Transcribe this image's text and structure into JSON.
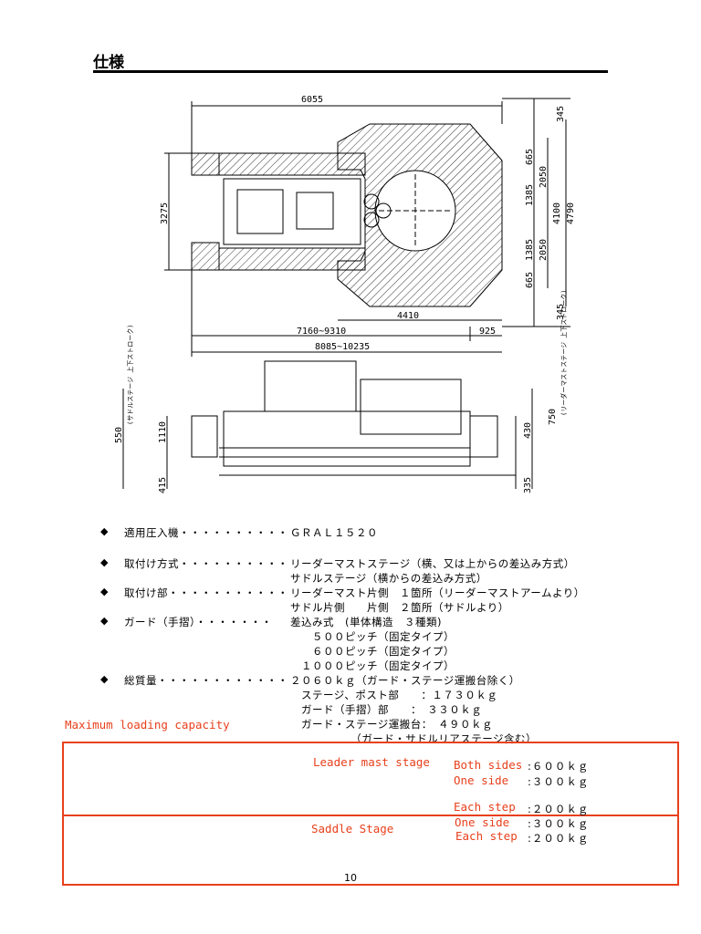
{
  "heading": "仕様",
  "drawing_dims": {
    "top_width": "6055",
    "left_height": "3275",
    "r345a": "345",
    "r665a": "665",
    "r1385a": "1385",
    "r2050a": "2050",
    "r4100": "4100",
    "r4790": "4790",
    "r1385b": "1385",
    "r2050b": "2050",
    "r665b": "665",
    "r345b": "345",
    "w4410": "4410",
    "w7160": "7160~9310",
    "w925": "925",
    "w8085": "8085~10235",
    "s550": "550",
    "s550_note": "(サドルステージ 上下ストローク)",
    "s1110": "1110",
    "s415": "415",
    "s750": "750",
    "s750_note": "(リーダーマストステージ 上下ストローク)",
    "s430": "430",
    "s335": "335"
  },
  "specs": [
    {
      "bullet": "◆",
      "label": "適用圧入機・・・・・・・・・・",
      "value": "ＧＲＡＬ１５２０"
    },
    {
      "bullet": "◆",
      "label": "取付け方式・・・・・・・・・・",
      "value": "リーダーマストステージ（横、又は上からの差込み方式）"
    },
    {
      "bullet": "",
      "label": "",
      "value": "サドルステージ（横からの差込み方式）"
    },
    {
      "bullet": "◆",
      "label": "取付け部・・・・・・・・・・・",
      "value": "リーダーマスト片側　１箇所（リーダーマストアームより）"
    },
    {
      "bullet": "",
      "label": "",
      "value": "サドル片側　　片側　２箇所（サドルより）"
    },
    {
      "bullet": "◆",
      "label": "ガード（手摺）・・・・・・・",
      "value": "差込み式　(単体構造　３種類)"
    },
    {
      "bullet": "",
      "label": "",
      "value": "　　５００ピッチ（固定タイプ）"
    },
    {
      "bullet": "",
      "label": "",
      "value": "　　６００ピッチ（固定タイプ）"
    },
    {
      "bullet": "",
      "label": "",
      "value": "　１０００ピッチ（固定タイプ）"
    },
    {
      "bullet": "◆",
      "label": "総質量・・・・・・・・・・・・",
      "value": "２０６０ｋｇ（ガード・ステージ運搬台除く）"
    },
    {
      "bullet": "",
      "label": "",
      "value": "　ステージ、ポスト部　　：１７３０ｋｇ"
    },
    {
      "bullet": "",
      "label": "",
      "value": "　ガード（手摺）部　　：　３３０ｋｇ"
    },
    {
      "bullet": "",
      "label": "",
      "value": "　ガード・ステージ運搬台：　４９０ｋｇ"
    },
    {
      "bullet": "",
      "label": "",
      "value": "　　　　　　（ガード・サドルリアステージ含む）"
    }
  ],
  "annotation": {
    "title": "Maximum loading capacity",
    "leader_label": "Leader mast stage",
    "both_sides_label": "Both sides",
    "both_sides_value": ":６００ｋｇ",
    "one_side_label": "One side",
    "one_side_value": ":３００ｋｇ",
    "each_step_label": "Each step",
    "each_step_value": ":２００ｋｇ",
    "saddle_label": "Saddle Stage",
    "saddle_one_side_label": "One side",
    "saddle_one_side_value": ":３００ｋｇ",
    "saddle_each_step_label": "Each step",
    "saddle_each_step_value": ":２００ｋｇ"
  },
  "page_number": "10",
  "colors": {
    "annotation": "#e8401c"
  }
}
